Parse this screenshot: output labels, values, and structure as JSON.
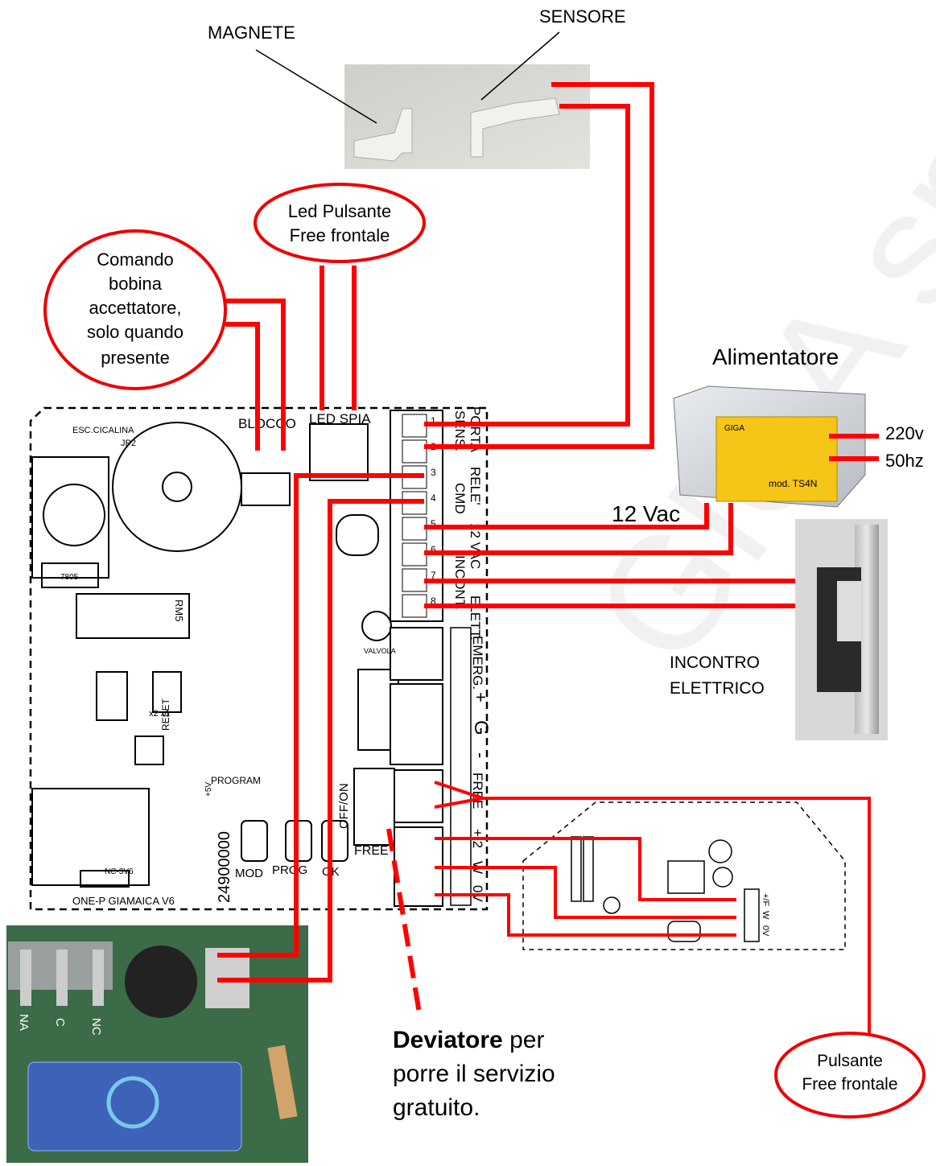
{
  "labels": {
    "magnete": "MAGNETE",
    "sensore": "SENSORE",
    "led_callout_1": "Led Pulsante",
    "led_callout_2": "Free frontale",
    "comando_1": "Comando",
    "comando_2": "bobina",
    "comando_3": "accettatore,",
    "comando_4": "solo quando",
    "comando_5": "presente",
    "alimentatore": "Alimentatore",
    "v220": "220v",
    "hz50": "50hz",
    "vac12": "12 Vac",
    "incontro_1": "INCONTRO",
    "incontro_2": "ELETTRICO",
    "deviatore_bold": "Deviatore",
    "deviatore_1": " per",
    "deviatore_2": "porre il servizio",
    "deviatore_3": "gratuito.",
    "pulsante_1": "Pulsante",
    "pulsante_2": "Free frontale"
  },
  "board": {
    "name": "ONE-P GIAMAICA V6",
    "serial": "24900000",
    "blocco": "BLOCCO",
    "led_spia": "LED SPIA",
    "esc": "ESC.CICALINA",
    "jp2": "JP2",
    "reg": "7805",
    "rm5": "RM5",
    "reset": "RESET",
    "program": "PROGRAM",
    "plus5v": "+5V",
    "battery": "NC-3V6",
    "valvola": "VALVOLA",
    "offon": "OFF/ON",
    "free_sw": "FREE",
    "mod": "MOD",
    "prog": "PROG",
    "ok": "OK",
    "x2x1": "x2 x1",
    "term_labels": [
      "SENS.",
      "PORTA",
      "CMD",
      "RELE'",
      "12 VAC",
      "INCONT.",
      "ELETT.",
      "EMERG.",
      "+",
      "G",
      "-",
      "FREE",
      "+ 2",
      "W",
      "0V"
    ],
    "term_numbers": [
      "1",
      "2",
      "3",
      "4",
      "5",
      "6",
      "7",
      "8"
    ]
  },
  "psu": {
    "model": "mod. TS4N",
    "brand": "GIGA"
  },
  "relay": {
    "na": "NA",
    "c": "C",
    "nc": "NC"
  },
  "extboard": {
    "labels": [
      "+/F",
      "W",
      "0V"
    ]
  },
  "watermark": "GIGA snc",
  "colors": {
    "wire": "#ff0000",
    "dashed": "#000000",
    "psu_label": "#f5c518"
  }
}
